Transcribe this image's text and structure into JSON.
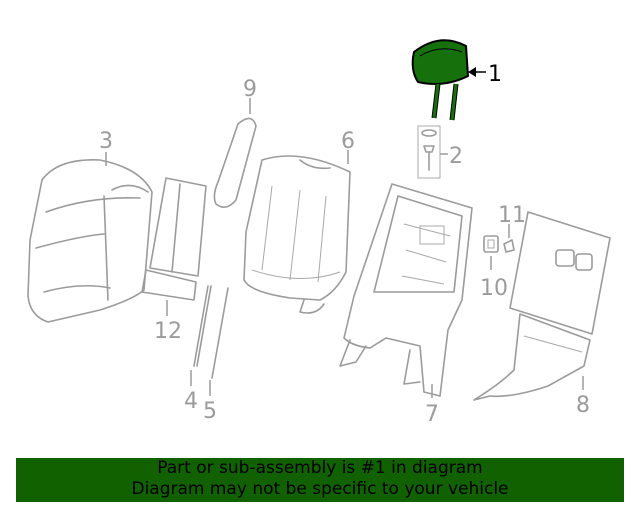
{
  "colors": {
    "highlight_fill": "#16700c",
    "line_gray": "#9b9b9b",
    "banner_background": "#116100",
    "banner_text": "#000000"
  },
  "callouts": {
    "c1": "1",
    "c2": "2",
    "c3": "3",
    "c4": "4",
    "c5": "5",
    "c6": "6",
    "c7": "7",
    "c8": "8",
    "c9": "9",
    "c10": "10",
    "c11": "11",
    "c12": "12"
  },
  "highlighted_part": "1",
  "banner": {
    "line1": "Part or sub-assembly is #1 in diagram",
    "line2": "Diagram may not be specific to your vehicle"
  }
}
